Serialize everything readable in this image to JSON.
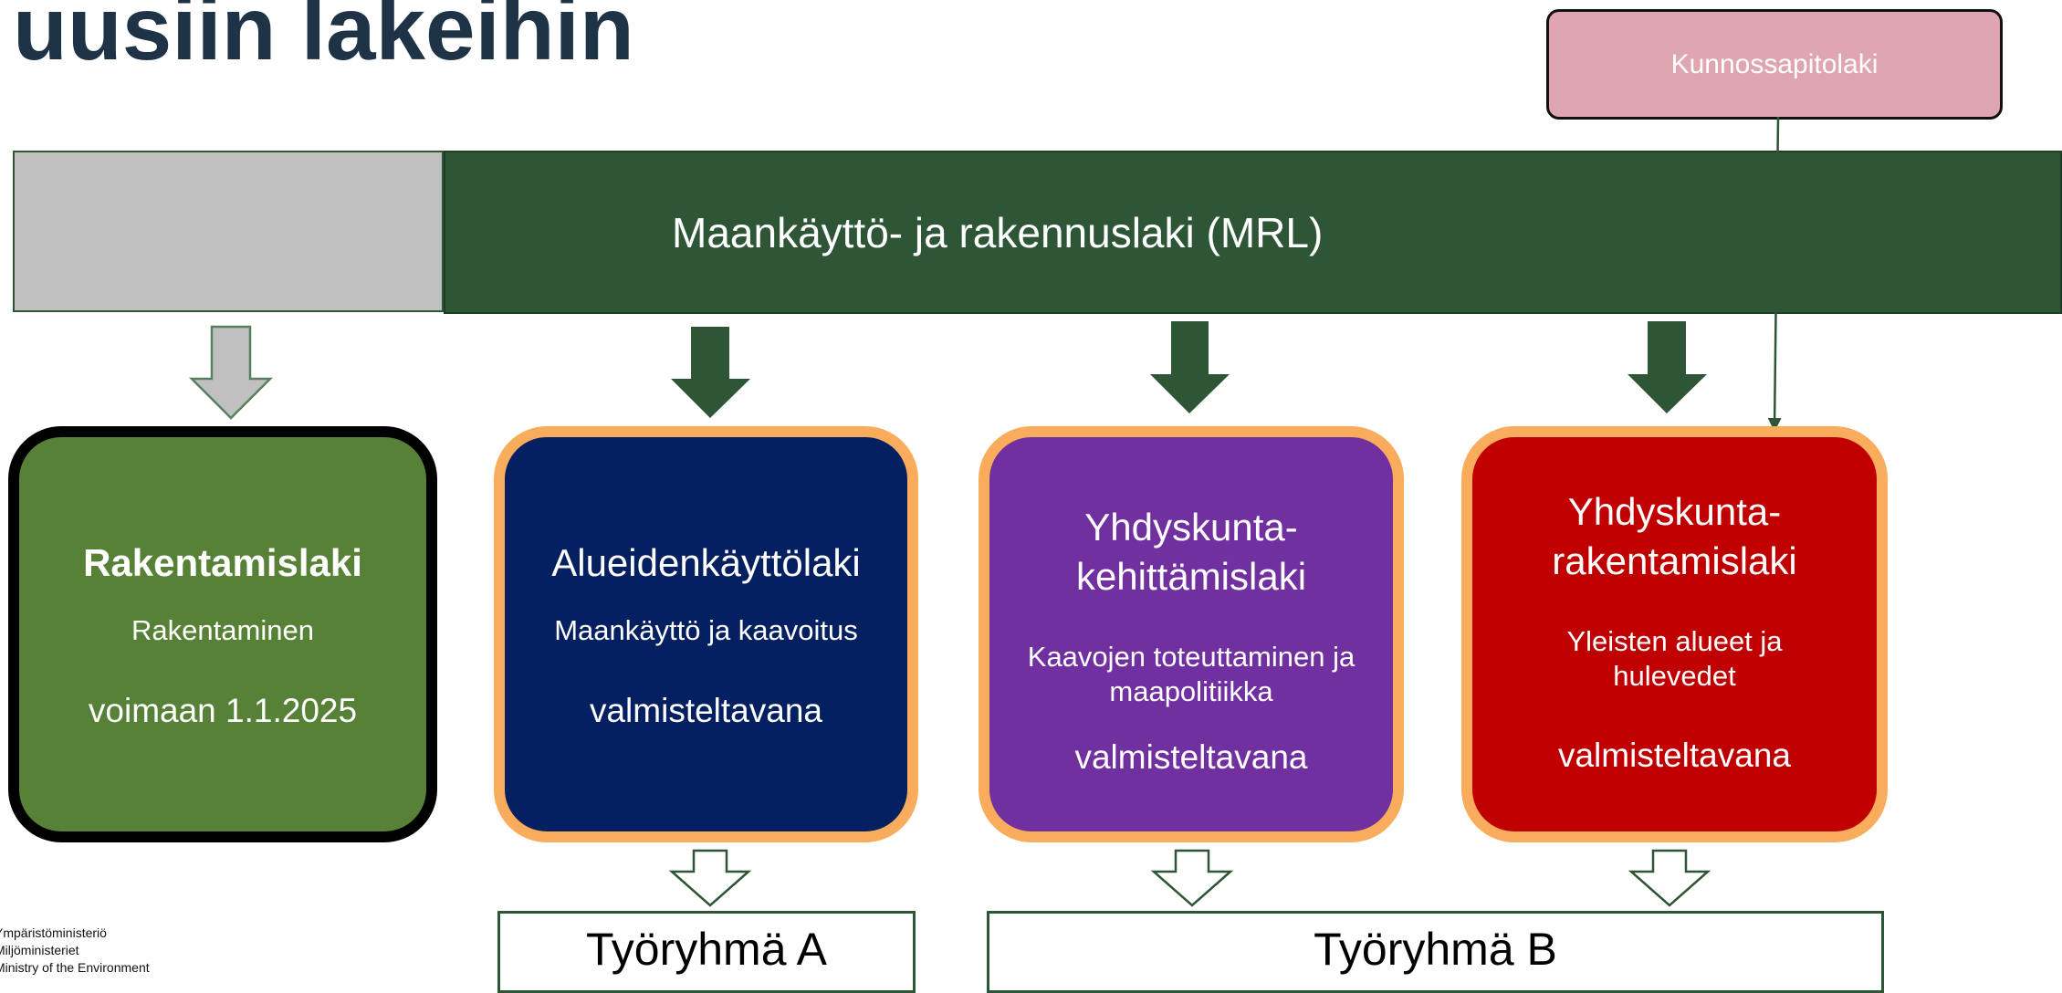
{
  "title": "uusiin lakeihin",
  "kunnossapitolaki": "Kunnossapitolaki",
  "mrl": "Maankäyttö- ja rakennuslaki (MRL)",
  "colors": {
    "mrl_band": "#2e5535",
    "gray_band": "#c0c0c0",
    "kunnossapitolaki_box": "#dfa6b1",
    "card_rakentamislaki": "#568136",
    "card_alueidenkayttolaki": "#052060",
    "card_yhdyskuntakehittamislaki": "#7030a0",
    "card_yhdyskuntarakentamislaki": "#c00000",
    "card_border_orange": "#f8ac5c"
  },
  "cards": [
    {
      "title": "Rakentamislaki",
      "subtitle": "Rakentaminen",
      "status": "voimaan 1.1.2025"
    },
    {
      "title": "Alueidenkäyttölaki",
      "subtitle": "Maankäyttö ja kaavoitus",
      "status": "valmisteltavana"
    },
    {
      "title_line1": "Yhdyskunta-",
      "title_line2": "kehittämislaki",
      "subtitle_line1": "Kaavojen toteuttaminen ja",
      "subtitle_line2": "maapolitiikka",
      "status": "valmisteltavana"
    },
    {
      "title_line1": "Yhdyskunta-",
      "title_line2": "rakentamislaki",
      "subtitle_line1": "Yleisten alueet ja",
      "subtitle_line2": "hulevedet",
      "status": "valmisteltavana"
    }
  ],
  "groups": {
    "a": "Työryhmä A",
    "b": "Työryhmä B"
  },
  "logo": {
    "line1": "Ympäristöministeriö",
    "line2": "Miljöministeriet",
    "line3": "Ministry of the Environment"
  }
}
